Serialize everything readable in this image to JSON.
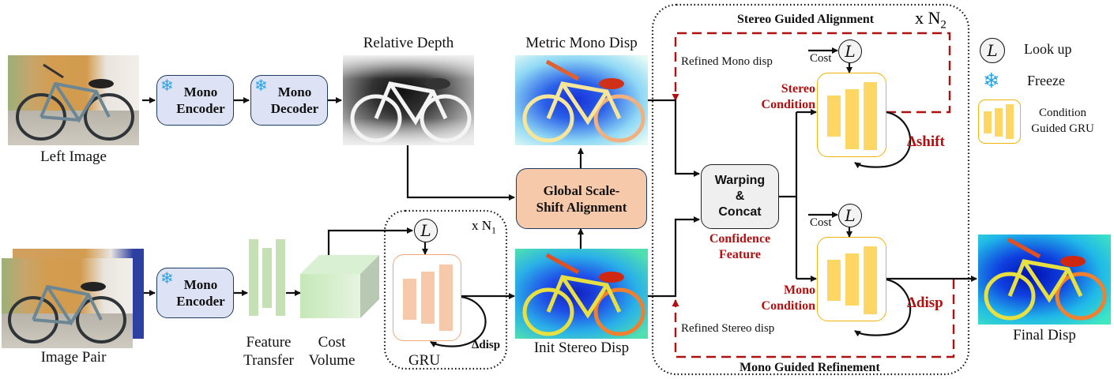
{
  "inputs": {
    "left_image_caption": "Left Image",
    "image_pair_caption": "Image Pair"
  },
  "blocks": {
    "mono_encoder_top": "Mono\nEncoder",
    "mono_decoder": "Mono\nDecoder",
    "mono_encoder_bottom": "Mono\nEncoder",
    "global_alignment": "Global Scale-\nShift Alignment",
    "warping_concat": "Warping\n&\nConcat"
  },
  "captions": {
    "relative_depth": "Relative Depth",
    "metric_mono_disp": "Metric Mono Disp",
    "feature_transfer": "Feature\nTransfer",
    "cost_volume": "Cost\nVolume",
    "gru": "GRU",
    "init_stereo_disp": "Init Stereo Disp",
    "final_disp": "Final Disp"
  },
  "loop1": {
    "repeat_label": "x N",
    "repeat_sub": "1",
    "delta_label": "Δdisp"
  },
  "loop2": {
    "repeat_label": "x N",
    "repeat_sub": "2",
    "stereo_guided_title": "Stereo Guided Alignment",
    "mono_guided_title": "Mono Guided Refinement",
    "refined_mono": "Refined Mono disp",
    "refined_stereo": "Refined Stereo disp",
    "stereo_condition": "Stereo\nCondition",
    "mono_condition": "Mono\nCondition",
    "confidence_feature": "Confidence\nFeature",
    "cost_top": "Cost",
    "cost_bottom": "Cost",
    "delta_shift": "Δshift",
    "delta_disp": "Δdisp"
  },
  "lookup_symbol": "L",
  "freeze_symbol": "❄",
  "legend": {
    "items": [
      {
        "icon": "lookup-icon",
        "label": "Look up"
      },
      {
        "icon": "snowflake-icon",
        "label": "Freeze"
      },
      {
        "icon": "condition-gru-icon",
        "label": "Condition\nGuided GRU"
      }
    ]
  },
  "colors": {
    "encoder_fill": "#dde3f5",
    "alignment_fill": "#f6c9aa",
    "gru_orange": "#f0a878",
    "gru_yellow": "#fdd663",
    "condition_red": "#b01010",
    "freeze_blue": "#29a3e6"
  }
}
